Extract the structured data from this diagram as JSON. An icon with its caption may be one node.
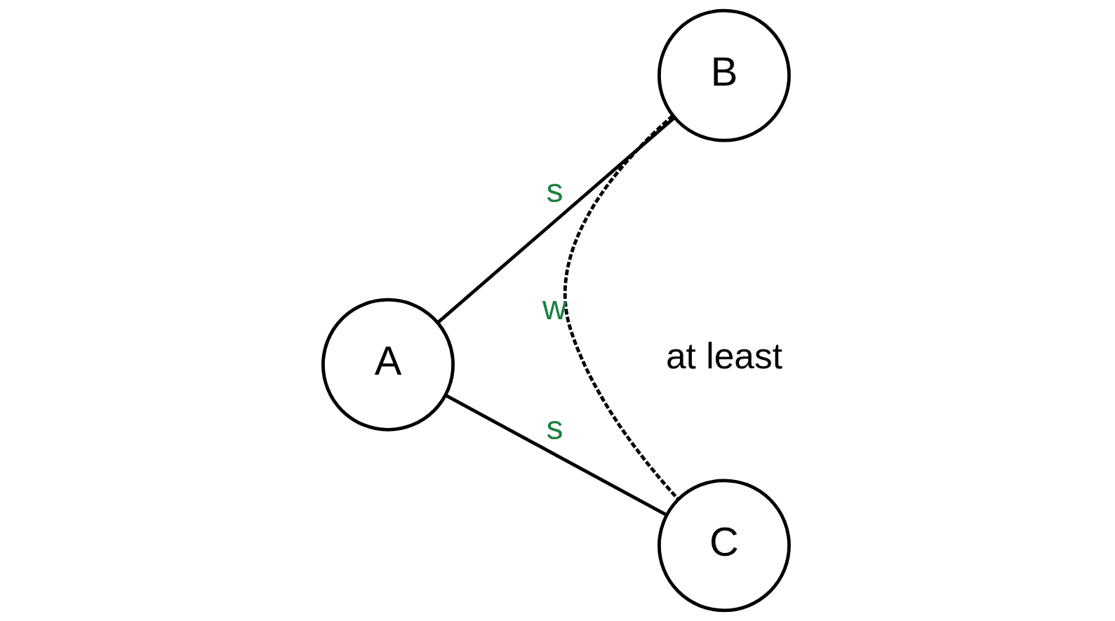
{
  "diagram": {
    "nodes": [
      {
        "text": [
          "A"
        ]
      },
      {
        "text": [
          "B"
        ]
      },
      {
        "text": [
          "C"
        ]
      }
    ],
    "edges": [
      {
        "from": 0,
        "to": 1,
        "arrow": "none",
        "label": "s"
      },
      {
        "from": 0,
        "to": 2,
        "arrow": "none",
        "label": "s"
      },
      {
        "from": 1,
        "to": 2,
        "arrow": "none",
        "label": "w",
        "style": "dashed"
      }
    ],
    "labels": [
      "at least"
    ]
  }
}
